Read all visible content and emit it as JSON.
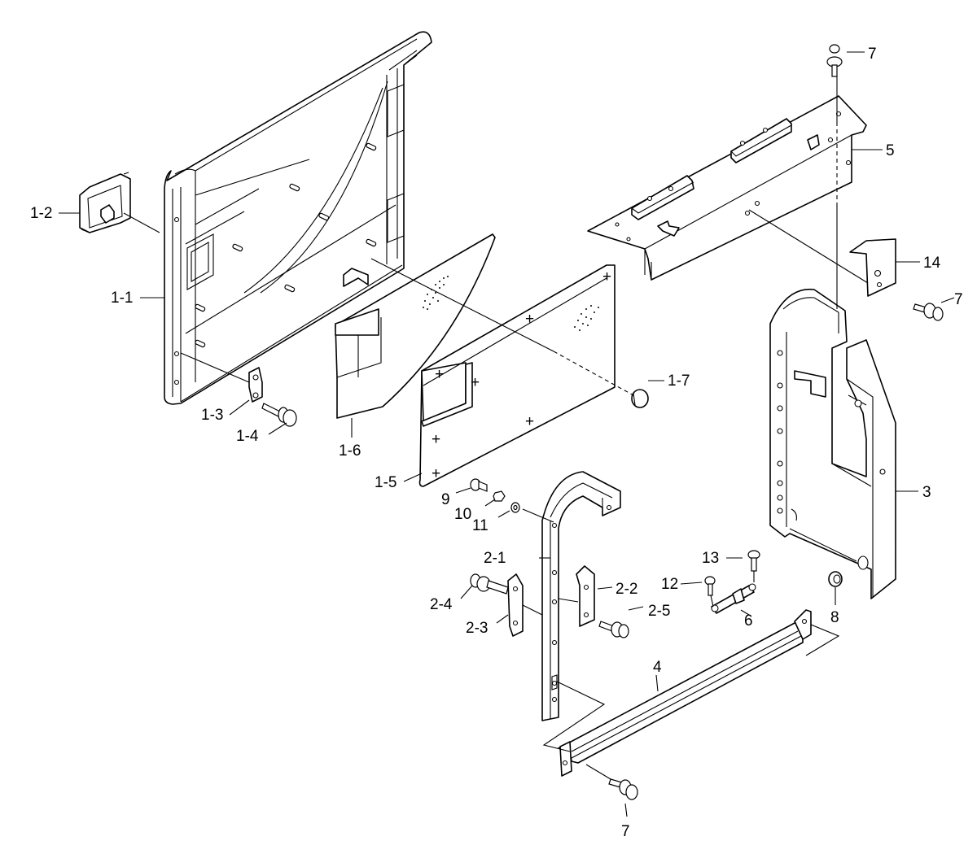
{
  "labels": {
    "p1_1": "1-1",
    "p1_2": "1-2",
    "p1_3": "1-3",
    "p1_4": "1-4",
    "p1_5": "1-5",
    "p1_6": "1-6",
    "p1_7": "1-7",
    "p2_1": "2-1",
    "p2_2": "2-2",
    "p2_3": "2-3",
    "p2_4": "2-4",
    "p2_5": "2-5",
    "p3": "3",
    "p4": "4",
    "p5": "5",
    "p6": "6",
    "p7_top": "7",
    "p7_right": "7",
    "p7_bottom": "7",
    "p8": "8",
    "p9": "9",
    "p10": "10",
    "p11": "11",
    "p12": "12",
    "p13": "13",
    "p14": "14"
  }
}
